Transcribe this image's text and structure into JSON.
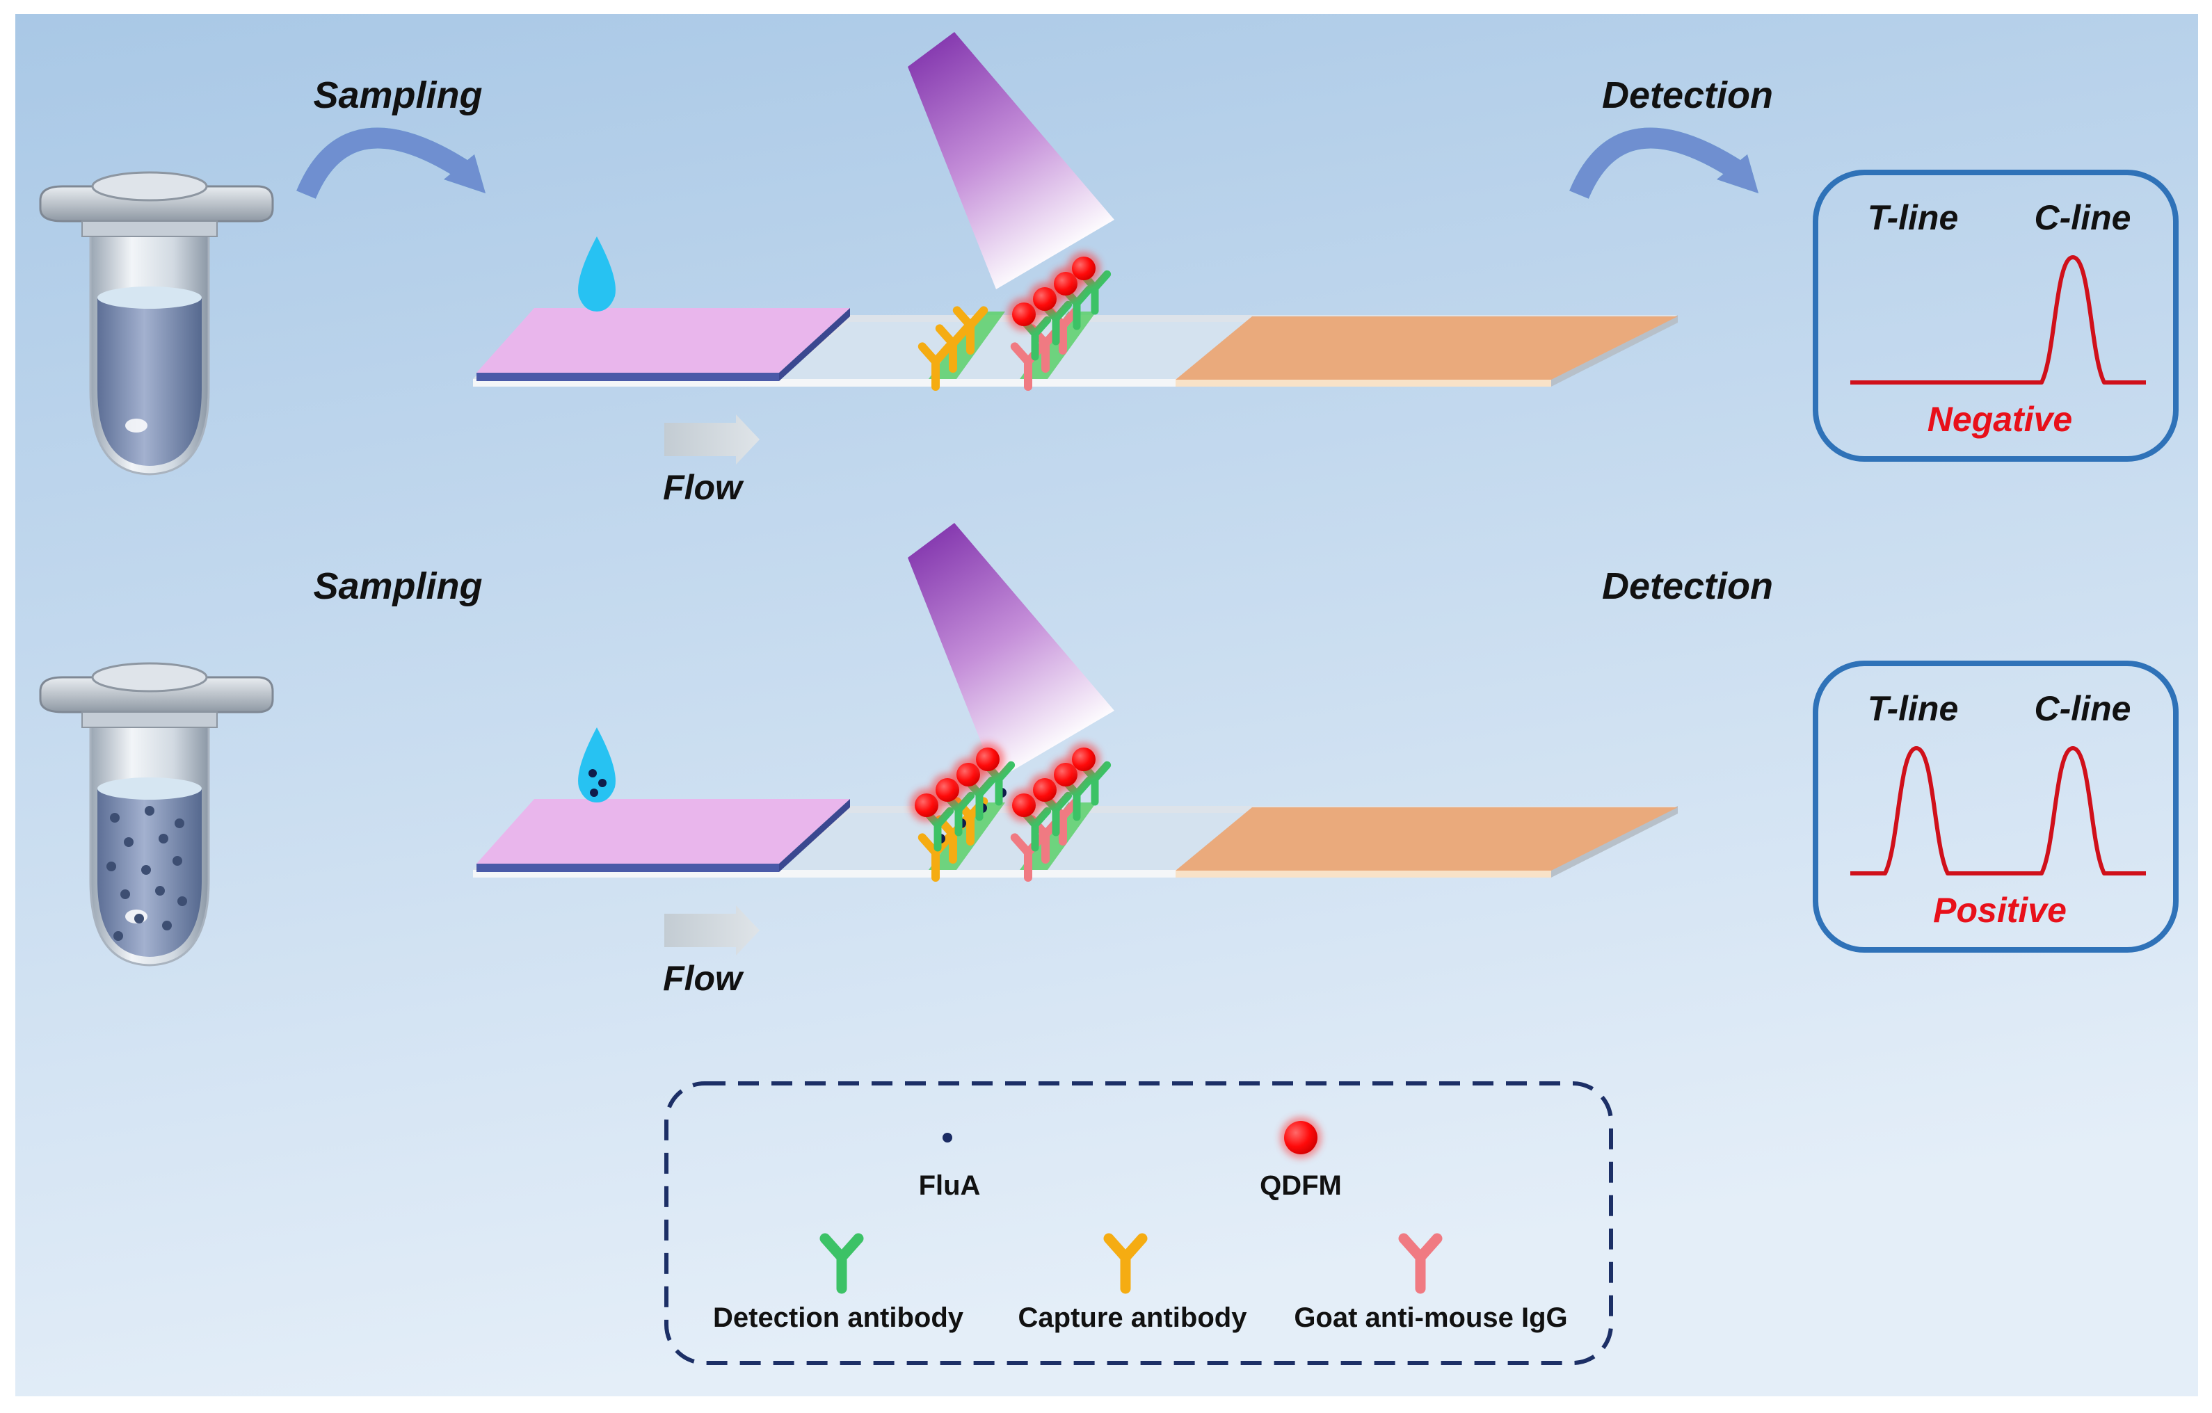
{
  "rows": [
    {
      "id": "negative",
      "sampling_label": "Sampling",
      "flow_label": "Flow",
      "detection_label": "Detection",
      "arrow_color": "#6cc9cf",
      "sample_has_particles": false,
      "result": {
        "t_line_label": "T-line",
        "c_line_label": "C-line",
        "result_label": "Negative",
        "t_peak": false,
        "c_peak": true
      }
    },
    {
      "id": "positive",
      "sampling_label": "Sampling",
      "flow_label": "Flow",
      "detection_label": "Detection",
      "arrow_color": "#6f8fd0",
      "sample_has_particles": true,
      "result": {
        "t_line_label": "T-line",
        "c_line_label": "C-line",
        "result_label": "Positive",
        "t_peak": true,
        "c_peak": true
      }
    }
  ],
  "legend": {
    "items": [
      {
        "key": "flua",
        "label": "FluA",
        "icon": "dot-icon",
        "color": "#1a2b63"
      },
      {
        "key": "qdfm",
        "label": "QDFM",
        "icon": "red-sphere-icon",
        "color": "#ff0a0a"
      },
      {
        "key": "detection-antibody",
        "label": "Detection antibody",
        "icon": "antibody-icon",
        "color": "#3cc266"
      },
      {
        "key": "capture-antibody",
        "label": "Capture antibody",
        "icon": "antibody-icon",
        "color": "#f5ac12"
      },
      {
        "key": "goat-antibody",
        "label": "Goat anti-mouse IgG",
        "icon": "antibody-icon",
        "color": "#f07a82"
      }
    ]
  },
  "colors": {
    "result_text": "#e8101a",
    "curve": "#d0101a",
    "box_border": "#2f72b8",
    "sample_pad": "#e9b6ec",
    "absorbent_pad": "#eaaa7c",
    "membrane": "#d4e2ef",
    "legend_border": "#1c2f66",
    "uv_light": "#8a2fb3"
  }
}
